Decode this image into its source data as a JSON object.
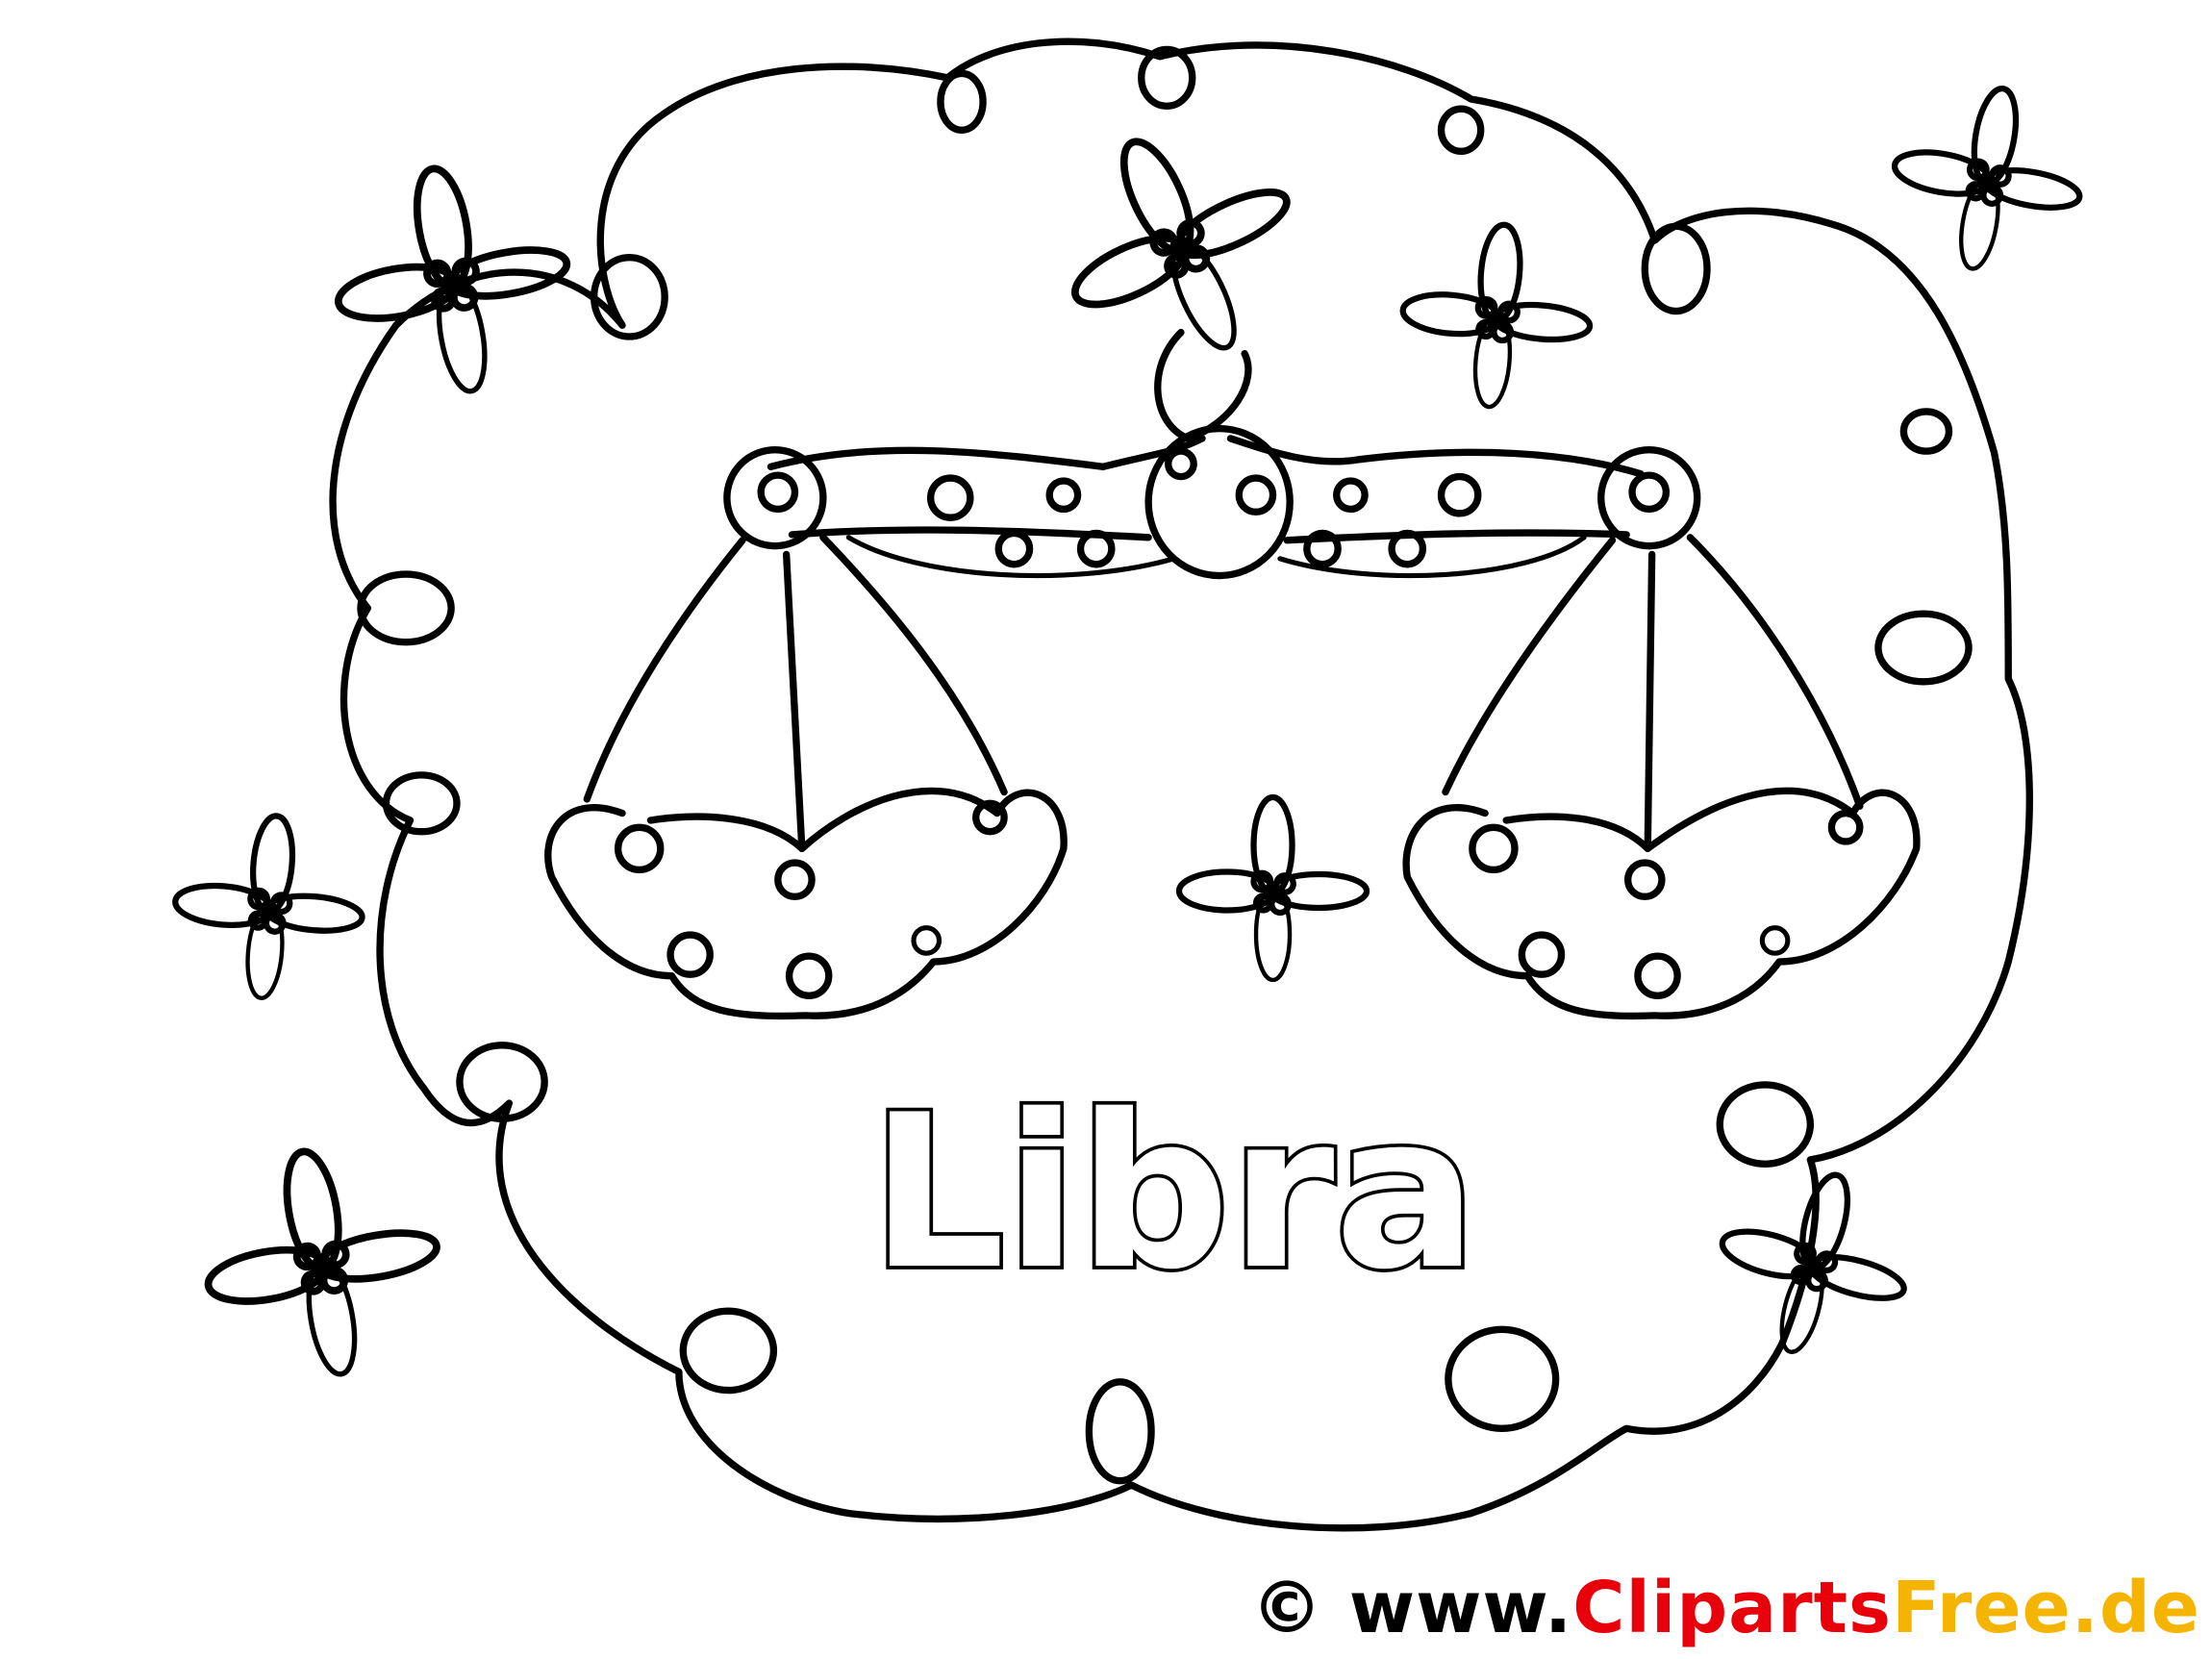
{
  "title": "Libra",
  "watermark": {
    "copyright": "©",
    "prefix": "www.",
    "brand_part1": "Cliparts",
    "brand_part2": "Free.de",
    "colors": {
      "text": "#000000",
      "part1": "#e8000b",
      "part2": "#f5b400"
    }
  },
  "illustration": {
    "subject": "libra-scales",
    "line_color": "#000000",
    "background": "#ffffff"
  }
}
